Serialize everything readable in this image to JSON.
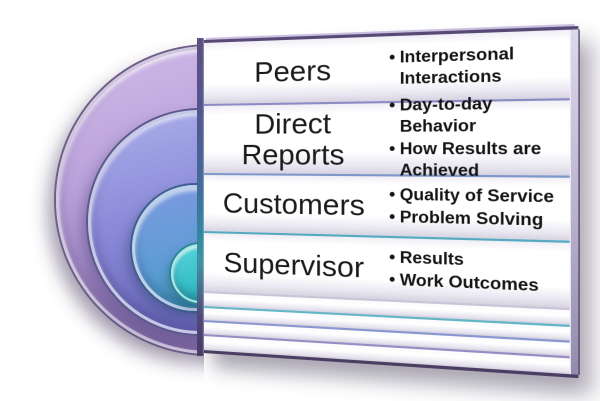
{
  "canvas": {
    "background": "#ffffff"
  },
  "diagram": {
    "bullet_char": "•",
    "rings": [
      {
        "name": "outer ring (Peers)",
        "color": "#b49ad6"
      },
      {
        "name": "second ring (Direct Reports)",
        "color": "#8886d6"
      },
      {
        "name": "third ring (Customers)",
        "color": "#5f9cd6"
      },
      {
        "name": "inner ring (Supervisor)",
        "color": "#3cc2ca"
      }
    ],
    "rows": [
      {
        "label": "Peers",
        "bullets": [
          "Interpersonal Interactions"
        ],
        "separator_color": "#8c8cc4"
      },
      {
        "label": "Direct Reports",
        "bullets": [
          "Day-to-day Behavior",
          "How Results are Achieved"
        ],
        "separator_color": "#7e97c9"
      },
      {
        "label": "Customers",
        "bullets": [
          "Quality of Service",
          "Problem Solving"
        ],
        "separator_color": "#54abc0"
      },
      {
        "label": "Supervisor",
        "bullets": [
          "Results",
          "Work Outcomes"
        ],
        "separator_color": "#c9c5d6"
      }
    ],
    "stripe_separator_colors": [
      "#62b6c6",
      "#8a96d0",
      "#998cc4"
    ]
  }
}
